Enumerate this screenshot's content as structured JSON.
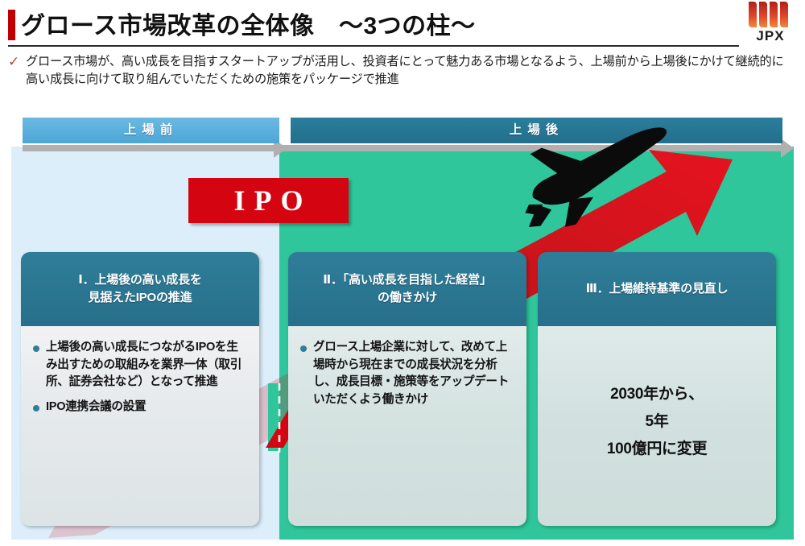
{
  "slide": {
    "title": "グロース市場改革の全体像　～3つの柱～",
    "logo": {
      "text": "JPX",
      "icon": "jpx-logo-icon"
    },
    "lead": {
      "check": "✓",
      "text": "グロース市場が、高い成長を目指すスタートアップが活用し、投資者にとって魅力ある市場となるよう、上場前から上場後にかけて継続的に高い成長に向けて取り組んでいただくための施策をパッケージで推進"
    },
    "timeline": {
      "pre_label": "上場前",
      "post_label": "上場後",
      "milestone": "IPO"
    },
    "graphics": {
      "airplane": "airplane-icon",
      "growth_arrow": "up-right-arrow-icon"
    },
    "cards": [
      {
        "heading": "Ⅰ．上場後の高い成長を\n見据えたIPOの推進",
        "heading_lines": [
          "Ⅰ．上場後の高い成長を",
          "見据えたIPOの推進"
        ],
        "bullets": [
          "上場後の高い成長につながるIPOを生み出すための取組みを業界一体（取引所、証券会社など）となって推進",
          "IPO連携会議の設置"
        ]
      },
      {
        "heading": "Ⅱ．「高い成長を目指した経営」\nの働きかけ",
        "heading_lines": [
          "Ⅱ．「高い成長を目指した経営」",
          "の働きかけ"
        ],
        "bullets": [
          "グロース上場企業に対して、改めて上場時から現在までの成長状況を分析し、成長目標・施策等をアップデートいただくよう働きかけ"
        ]
      },
      {
        "heading": "Ⅲ．上場維持基準の見直し",
        "heading_lines": [
          "Ⅲ．上場維持基準の見直し"
        ],
        "lines": [
          "2030年から、",
          "5年",
          "100億円に変更"
        ]
      }
    ],
    "colors": {
      "accent_red": "#d40511",
      "title_rule": "#2b2b2b",
      "pre_panel": "#dbeefa",
      "post_panel": "#2ec69a",
      "band_pre": "#4ba6d6",
      "band_post": "#226f8c",
      "card_head": "#2f7e99"
    }
  }
}
